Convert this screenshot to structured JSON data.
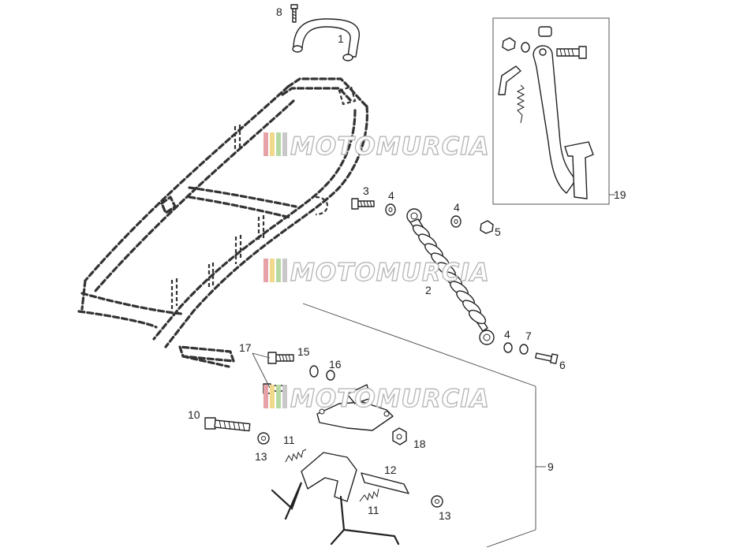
{
  "watermark": {
    "text": "MOTOMURCIA",
    "colors": [
      "#e6a2a6",
      "#f1d98c",
      "#b6d9a3",
      "#c8c8c8"
    ]
  },
  "callouts": [
    "8",
    "1",
    "3",
    "4",
    "4",
    "5",
    "2",
    "19",
    "17",
    "15",
    "16",
    "4",
    "7",
    "6",
    "10",
    "11",
    "13",
    "18",
    "9",
    "12",
    "11",
    "13"
  ]
}
